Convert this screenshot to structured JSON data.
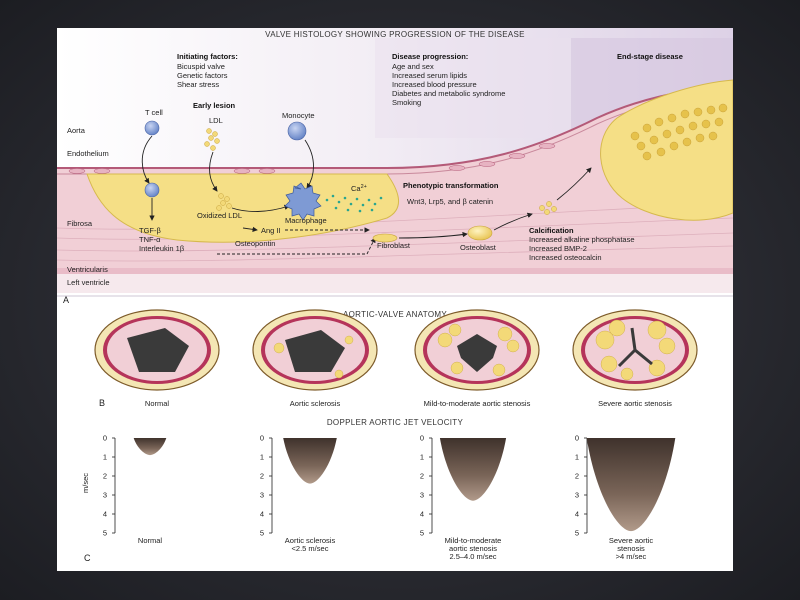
{
  "panel_a": {
    "title": "VALVE HISTOLOGY SHOWING PROGRESSION OF THE DISEASE",
    "panel_letter": "A",
    "initiating_factors": {
      "heading": "Initiating factors:",
      "items": [
        "Bicuspid valve",
        "Genetic factors",
        "Shear stress"
      ]
    },
    "disease_progression": {
      "heading": "Disease progression:",
      "items": [
        "Age and sex",
        "Increased serum lipids",
        "Increased blood pressure",
        "Diabetes and metabolic syndrome",
        "Smoking"
      ]
    },
    "end_stage": "End-stage disease",
    "early_lesion": "Early lesion",
    "t_cell": "T cell",
    "ldl": "LDL",
    "monocyte": "Monocyte",
    "oxidized_ldl": "Oxidized LDL",
    "macrophage": "Macrophage",
    "ca": "Ca",
    "ca_sup": "2+",
    "phenotypic": "Phenotypic transformation",
    "wnt": "Wnt3, Lrp5, and β catenin",
    "ang": "Ang II",
    "osteopontin": "Osteopontin",
    "fibroblast": "Fibroblast",
    "osteoblast": "Osteoblast",
    "cytokines": [
      "TGF-β",
      "TNF-α",
      "Interleukin 1β"
    ],
    "calcification": {
      "heading": "Calcification",
      "items": [
        "Increased alkaline phosphatase",
        "Increased BMP-2",
        "Increased osteocalcin"
      ]
    },
    "layers": [
      "Aorta",
      "Endothelium",
      "Fibrosa",
      "Ventricularis",
      "Left ventricle"
    ]
  },
  "panel_b": {
    "title": "AORTIC-VALVE ANATOMY",
    "panel_letter": "B",
    "labels": [
      "Normal",
      "Aortic sclerosis",
      "Mild-to-moderate aortic stenosis",
      "Severe aortic stenosis"
    ]
  },
  "panel_c": {
    "title": "DOPPLER AORTIC JET VELOCITY",
    "panel_letter": "C",
    "ylabel": "m/sec",
    "ticks": [
      "0",
      "1",
      "2",
      "3",
      "4",
      "5"
    ],
    "labels": [
      [
        "Normal"
      ],
      [
        "Aortic sclerosis",
        "<2.5 m/sec"
      ],
      [
        "Mild-to-moderate",
        "aortic stenosis",
        "2.5–4.0 m/sec"
      ],
      [
        "Severe aortic",
        "stenosis",
        ">4 m/sec"
      ]
    ],
    "peak_velocities": [
      0.9,
      2.4,
      3.3,
      4.9
    ]
  },
  "colors": {
    "lesion_yellow": "#f5df86",
    "tissue_pink": "#f1cfd6",
    "valve_rim": "#b5345a",
    "cell_blue": "#7e9ad4",
    "jet_brown": "#5e4c42"
  }
}
